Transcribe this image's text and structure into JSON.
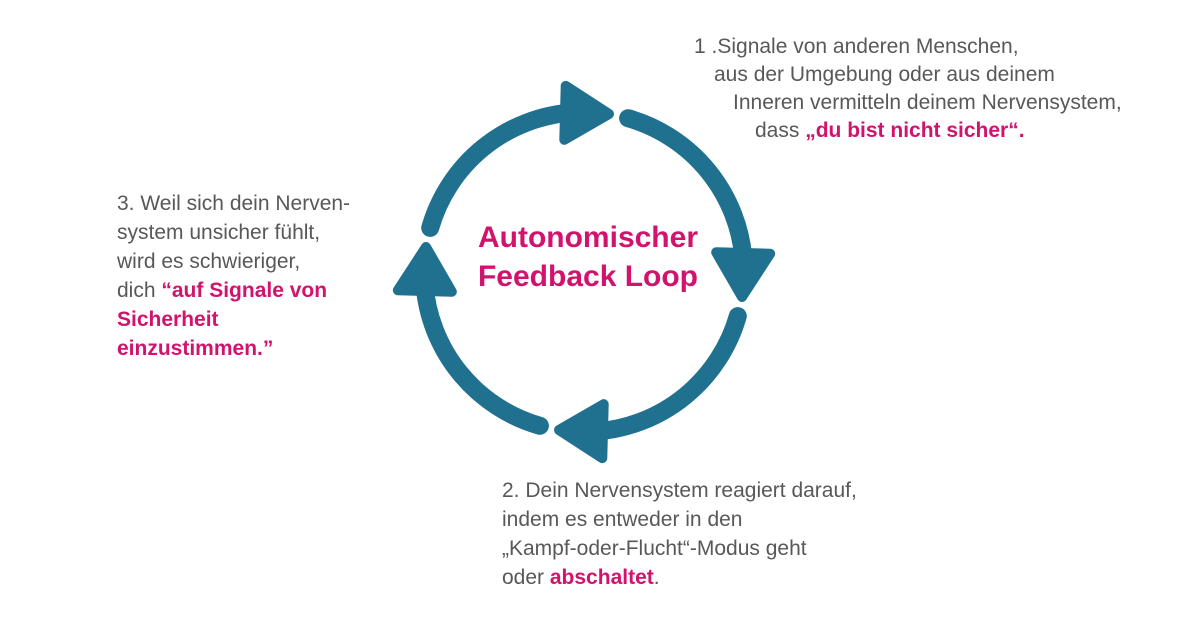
{
  "colors": {
    "accent_teal": "#20718F",
    "accent_pink": "#D2136E",
    "text_gray": "#58585A",
    "background": "#FFFFFF"
  },
  "title": {
    "line1": "Autonomischer",
    "line2": "Feedback Loop"
  },
  "notes": {
    "note1": {
      "line1": "1 .Signale von anderen Menschen,",
      "line2": "aus der Umgebung oder aus deinem",
      "line3": "Inneren vermitteln deinem Nervensystem,",
      "line4_prefix": "dass ",
      "line4_highlight": "„du bist nicht sicher“."
    },
    "note2": {
      "line1": "2. Dein Nervensystem reagiert darauf,",
      "line2": "indem es entweder in den",
      "line3": "„Kampf-oder-Flucht“-Modus geht",
      "line4_prefix": "oder ",
      "line4_highlight": "abschaltet",
      "line4_suffix": "."
    },
    "note3": {
      "line1": "3. Weil sich dein Nerven-",
      "line2": "system unsicher fühlt,",
      "line3": "wird es schwieriger,",
      "line4_prefix": "dich ",
      "line4_highlight": "“auf Signale von",
      "line5_highlight": "Sicherheit",
      "line6_highlight": "einzustimmen.”"
    }
  }
}
